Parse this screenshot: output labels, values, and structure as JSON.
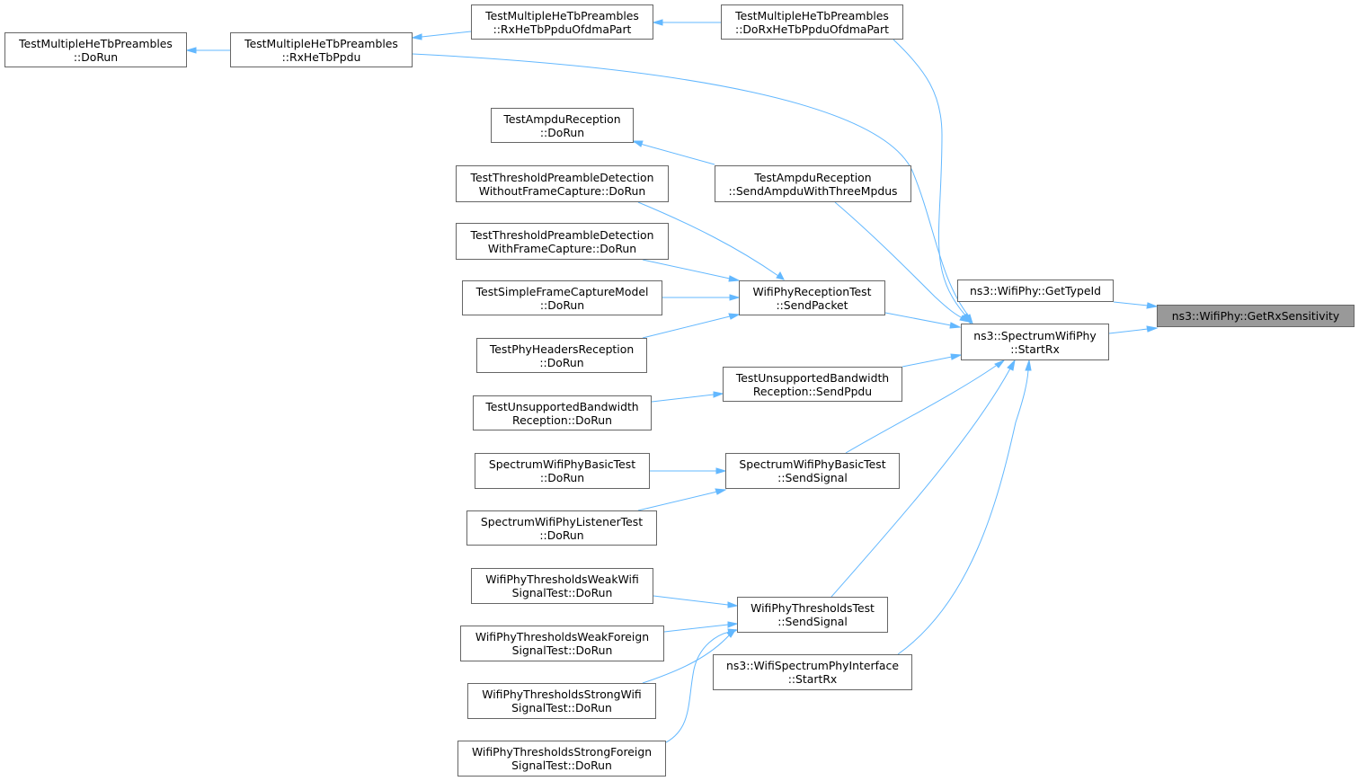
{
  "colors": {
    "edge": "#63b8ff",
    "node_border": "#666666",
    "node_fill": "#ffffff",
    "selected_fill": "#999999"
  },
  "nodes": [
    {
      "id": "get_rx_sensitivity",
      "label": "ns3::WifiPhy::GetRxSensitivity",
      "selected": true
    },
    {
      "id": "get_type_id",
      "label": "ns3::WifiPhy::GetTypeId"
    },
    {
      "id": "start_rx",
      "label": "ns3::SpectrumWifiPhy\n::StartRx"
    },
    {
      "id": "do_rx_he_tb_ppdu_ofdma_part",
      "label": "TestMultipleHeTbPreambles\n::DoRxHeTbPpduOfdmaPart"
    },
    {
      "id": "rx_he_tb_ppdu_ofdma_part",
      "label": "TestMultipleHeTbPreambles\n::RxHeTbPpduOfdmaPart"
    },
    {
      "id": "rx_he_tb_ppdu",
      "label": "TestMultipleHeTbPreambles\n::RxHeTbPpdu"
    },
    {
      "id": "multiple_he_tb_do_run",
      "label": "TestMultipleHeTbPreambles\n::DoRun"
    },
    {
      "id": "ampdu_do_run",
      "label": "TestAmpduReception\n::DoRun"
    },
    {
      "id": "send_ampdu_with_three_mpdus",
      "label": "TestAmpduReception\n::SendAmpduWithThreeMpdus"
    },
    {
      "id": "threshold_without_capture",
      "label": "TestThresholdPreambleDetection\nWithoutFrameCapture::DoRun"
    },
    {
      "id": "threshold_with_capture",
      "label": "TestThresholdPreambleDetection\nWithFrameCapture::DoRun"
    },
    {
      "id": "simple_frame_capture",
      "label": "TestSimpleFrameCaptureModel\n::DoRun"
    },
    {
      "id": "reception_test_send_packet",
      "label": "WifiPhyReceptionTest\n::SendPacket"
    },
    {
      "id": "phy_headers_reception",
      "label": "TestPhyHeadersReception\n::DoRun"
    },
    {
      "id": "unsupported_bw_send_ppdu",
      "label": "TestUnsupportedBandwidth\nReception::SendPpdu"
    },
    {
      "id": "unsupported_bw_do_run",
      "label": "TestUnsupportedBandwidth\nReception::DoRun"
    },
    {
      "id": "spectrum_basic_do_run",
      "label": "SpectrumWifiPhyBasicTest\n::DoRun"
    },
    {
      "id": "spectrum_basic_send_signal",
      "label": "SpectrumWifiPhyBasicTest\n::SendSignal"
    },
    {
      "id": "spectrum_listener_do_run",
      "label": "SpectrumWifiPhyListenerTest\n::DoRun"
    },
    {
      "id": "weak_wifi_do_run",
      "label": "WifiPhyThresholdsWeakWifi\nSignalTest::DoRun"
    },
    {
      "id": "thresholds_send_signal",
      "label": "WifiPhyThresholdsTest\n::SendSignal"
    },
    {
      "id": "weak_foreign_do_run",
      "label": "WifiPhyThresholdsWeakForeign\nSignalTest::DoRun"
    },
    {
      "id": "spectrum_phy_interface_start_rx",
      "label": "ns3::WifiSpectrumPhyInterface\n::StartRx"
    },
    {
      "id": "strong_wifi_do_run",
      "label": "WifiPhyThresholdsStrongWifi\nSignalTest::DoRun"
    },
    {
      "id": "strong_foreign_do_run",
      "label": "WifiPhyThresholdsStrongForeign\nSignalTest::DoRun"
    }
  ],
  "edges": [
    {
      "from": "get_rx_sensitivity",
      "to": "get_type_id"
    },
    {
      "from": "get_rx_sensitivity",
      "to": "start_rx"
    },
    {
      "from": "start_rx",
      "to": "do_rx_he_tb_ppdu_ofdma_part"
    },
    {
      "from": "start_rx",
      "to": "rx_he_tb_ppdu"
    },
    {
      "from": "start_rx",
      "to": "send_ampdu_with_three_mpdus"
    },
    {
      "from": "start_rx",
      "to": "reception_test_send_packet"
    },
    {
      "from": "start_rx",
      "to": "unsupported_bw_send_ppdu"
    },
    {
      "from": "start_rx",
      "to": "spectrum_basic_send_signal"
    },
    {
      "from": "start_rx",
      "to": "thresholds_send_signal"
    },
    {
      "from": "start_rx",
      "to": "spectrum_phy_interface_start_rx"
    },
    {
      "from": "do_rx_he_tb_ppdu_ofdma_part",
      "to": "rx_he_tb_ppdu_ofdma_part"
    },
    {
      "from": "rx_he_tb_ppdu_ofdma_part",
      "to": "rx_he_tb_ppdu"
    },
    {
      "from": "rx_he_tb_ppdu",
      "to": "multiple_he_tb_do_run"
    },
    {
      "from": "send_ampdu_with_three_mpdus",
      "to": "ampdu_do_run"
    },
    {
      "from": "reception_test_send_packet",
      "to": "threshold_without_capture"
    },
    {
      "from": "reception_test_send_packet",
      "to": "threshold_with_capture"
    },
    {
      "from": "reception_test_send_packet",
      "to": "simple_frame_capture"
    },
    {
      "from": "reception_test_send_packet",
      "to": "phy_headers_reception"
    },
    {
      "from": "unsupported_bw_send_ppdu",
      "to": "unsupported_bw_do_run"
    },
    {
      "from": "spectrum_basic_send_signal",
      "to": "spectrum_basic_do_run"
    },
    {
      "from": "spectrum_basic_send_signal",
      "to": "spectrum_listener_do_run"
    },
    {
      "from": "thresholds_send_signal",
      "to": "weak_wifi_do_run"
    },
    {
      "from": "thresholds_send_signal",
      "to": "weak_foreign_do_run"
    },
    {
      "from": "thresholds_send_signal",
      "to": "strong_wifi_do_run"
    },
    {
      "from": "thresholds_send_signal",
      "to": "strong_foreign_do_run"
    }
  ]
}
